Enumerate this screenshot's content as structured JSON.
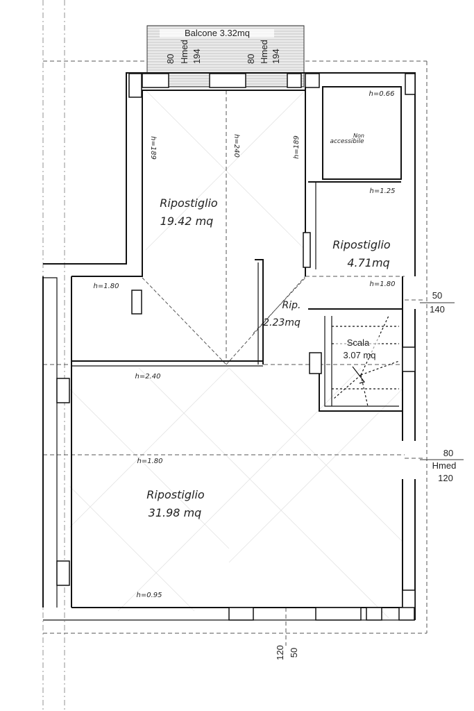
{
  "rooms": {
    "main": {
      "name": "Ripostiglio",
      "area": "19.42 mq"
    },
    "small": {
      "name": "Ripostiglio",
      "area": "4.71mq"
    },
    "large": {
      "name": "Ripostiglio",
      "area": "31.98 mq"
    },
    "rip": {
      "name": "Rip.",
      "area": "2.23mq"
    },
    "stair": {
      "name": "Scala",
      "area": "3.07 mq"
    },
    "non_access": {
      "line1": "Non",
      "line2": "accessibile"
    },
    "balcony": {
      "name": "Balcone 3.32mq"
    }
  },
  "heights": {
    "h_066": "h=0.66",
    "h_189_left": "h=189",
    "h_240_center": "h=240",
    "h_189_right": "h=189",
    "h_125": "h=1.25",
    "h_180_right": "h=1.80",
    "h_180_left": "h=1.80",
    "h_240_corridor": "h=2.40",
    "h_180_large": "h=1.80",
    "h_095": "h=0.95"
  },
  "dimensions": {
    "right_upper_top": "50",
    "right_upper_bottom": "140",
    "right_lower_top": "80",
    "right_lower_mid": "Hmed",
    "right_lower_bottom": "120",
    "bottom_left": "120",
    "bottom_right": "50",
    "balcony_window_a_top": "80",
    "balcony_window_a_mid": "Hmed",
    "balcony_window_a_bottom": "194",
    "balcony_window_b_top": "80",
    "balcony_window_b_mid": "Hmed",
    "balcony_window_b_bottom": "194"
  }
}
